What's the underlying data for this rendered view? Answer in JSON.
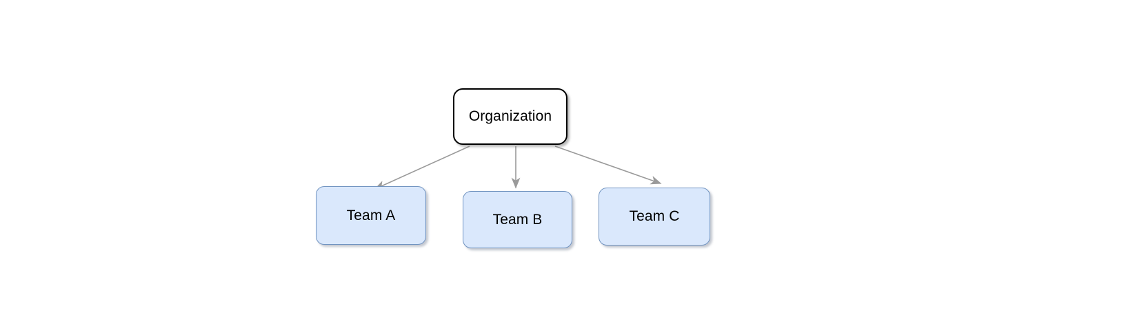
{
  "diagram": {
    "type": "org-chart",
    "background_color": "#ffffff",
    "nodes": [
      {
        "id": "organization",
        "label": "Organization",
        "shape": "rounded-rectangle",
        "fill": "#ffffff",
        "stroke": "#000000"
      },
      {
        "id": "team-a",
        "label": "Team A",
        "shape": "rounded-rectangle",
        "fill": "#dae8fc",
        "stroke": "#7093c0"
      },
      {
        "id": "team-b",
        "label": "Team B",
        "shape": "rounded-rectangle",
        "fill": "#dae8fc",
        "stroke": "#7093c0"
      },
      {
        "id": "team-c",
        "label": "Team C",
        "shape": "rounded-rectangle",
        "fill": "#dae8fc",
        "stroke": "#7093c0"
      }
    ],
    "edges": [
      {
        "id": "org-to-team-a",
        "from": "organization",
        "to": "team-a",
        "style": "arrow",
        "color": "#9a9a9a"
      },
      {
        "id": "org-to-team-b",
        "from": "organization",
        "to": "team-b",
        "style": "arrow",
        "color": "#9a9a9a"
      },
      {
        "id": "org-to-team-c",
        "from": "organization",
        "to": "team-c",
        "style": "arrow",
        "color": "#9a9a9a"
      }
    ]
  }
}
